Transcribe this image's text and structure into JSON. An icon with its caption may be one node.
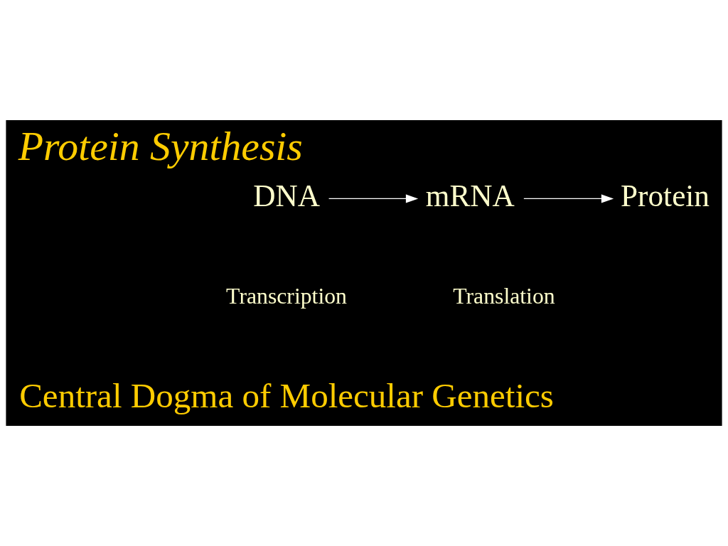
{
  "diagram": {
    "title": "Protein Synthesis",
    "nodes": [
      {
        "text": [
          "DNA"
        ]
      },
      {
        "text": [
          "mRNA"
        ]
      },
      {
        "text": [
          "Protein"
        ]
      }
    ],
    "edges": [
      {
        "from": 0,
        "to": 1,
        "arrow": "to"
      },
      {
        "from": 1,
        "to": 2,
        "arrow": "to"
      }
    ],
    "labels": [
      "Transcription",
      "Translation",
      "Central Dogma of Molecular Genetics"
    ]
  }
}
